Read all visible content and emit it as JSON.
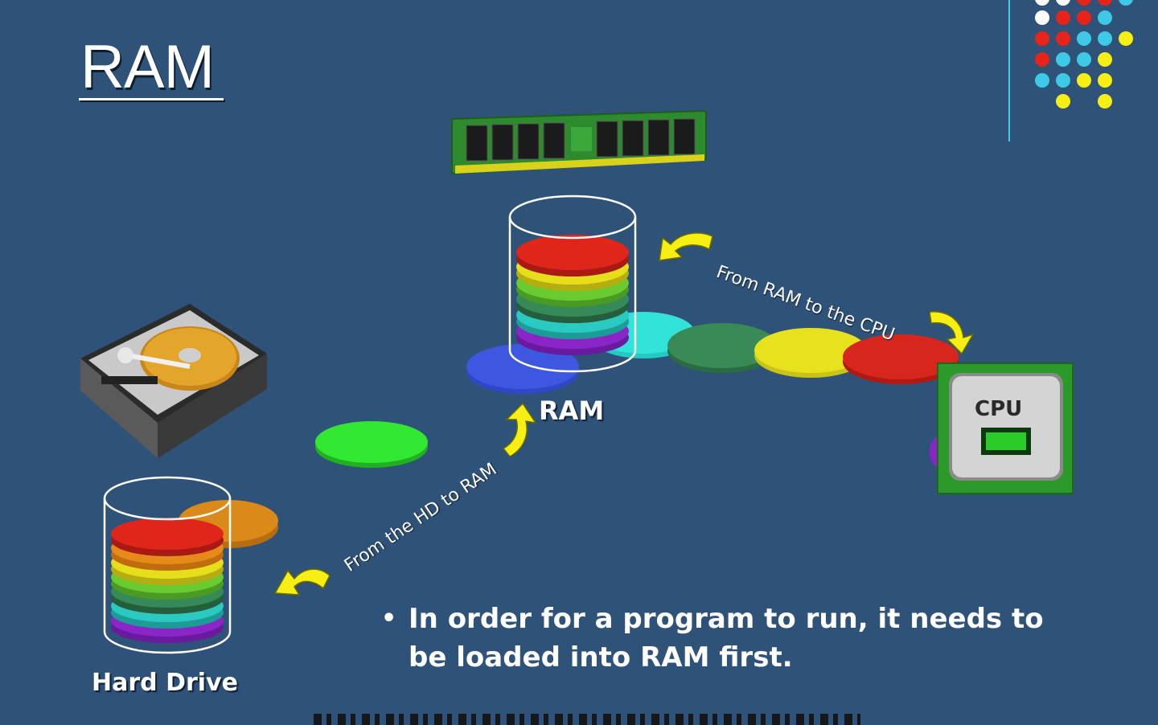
{
  "slide": {
    "title": "RAM",
    "labels": {
      "ram": "RAM",
      "hard_drive": "Hard Drive",
      "cpu": "CPU"
    },
    "arrows": {
      "hd_to_ram": "From the HD to RAM",
      "ram_to_cpu": "From RAM to the CPU"
    },
    "bullets": [
      "In order for a program to run, it needs to be loaded into RAM first."
    ]
  },
  "colors": {
    "background": "#2f5278",
    "accent_line": "#3ec9e6",
    "arrow": "#f7ef14",
    "dot_red": "#e8231a",
    "dot_cyan": "#3ec9e6",
    "dot_yellow": "#f7ef14",
    "dot_white": "#ffffff"
  },
  "icons": [
    "ram-module-icon",
    "hard-drive-icon",
    "cpu-chip-icon",
    "cylinder-stack-icon",
    "curved-arrow-icon"
  ]
}
